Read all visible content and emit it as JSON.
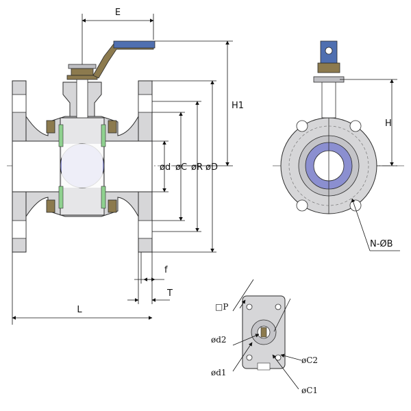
{
  "colors": {
    "body": "#d6d6d8",
    "body_shade": "#c4c4c8",
    "ball": "#8b8fd0",
    "bolt": "#8c7a4e",
    "seat": "#8fd18f",
    "handle": "#4f6fb0",
    "outline": "#2a2a2a",
    "dimline": "#111111"
  },
  "dimensions": {
    "E": "E",
    "H1": "H1",
    "d": "ød",
    "C": "øC",
    "R": "øR",
    "D": "øD",
    "f": "f",
    "T": "T",
    "L": "L",
    "H": "H",
    "NB": "N-ØB",
    "P": "□P",
    "d2": "ød2",
    "d1": "ød1",
    "C2": "øC2",
    "C1": "øC1"
  },
  "icons": {
    "valve_side": "ball-valve-section-icon",
    "valve_end": "flange-end-view-icon",
    "mount_pad": "iso-mounting-pad-icon"
  }
}
